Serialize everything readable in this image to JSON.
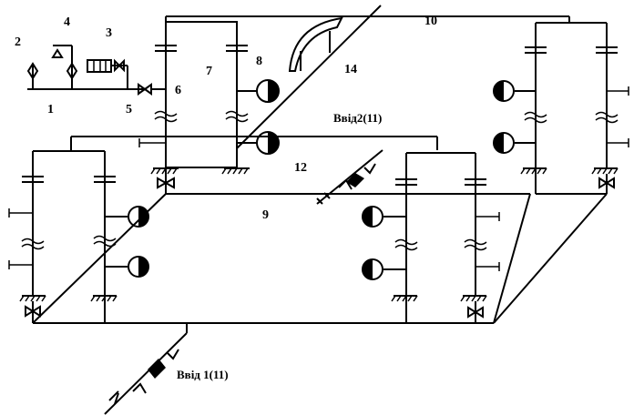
{
  "labels": {
    "n1": "1",
    "n2": "2",
    "n3": "3",
    "n4": "4",
    "n5": "5",
    "n6": "6",
    "n7": "7",
    "n8": "8",
    "n9": "9",
    "n10": "10",
    "n12": "12",
    "n14": "14",
    "inlet1": "Ввід 1(11)",
    "inlet2": "Ввід2(11)"
  }
}
